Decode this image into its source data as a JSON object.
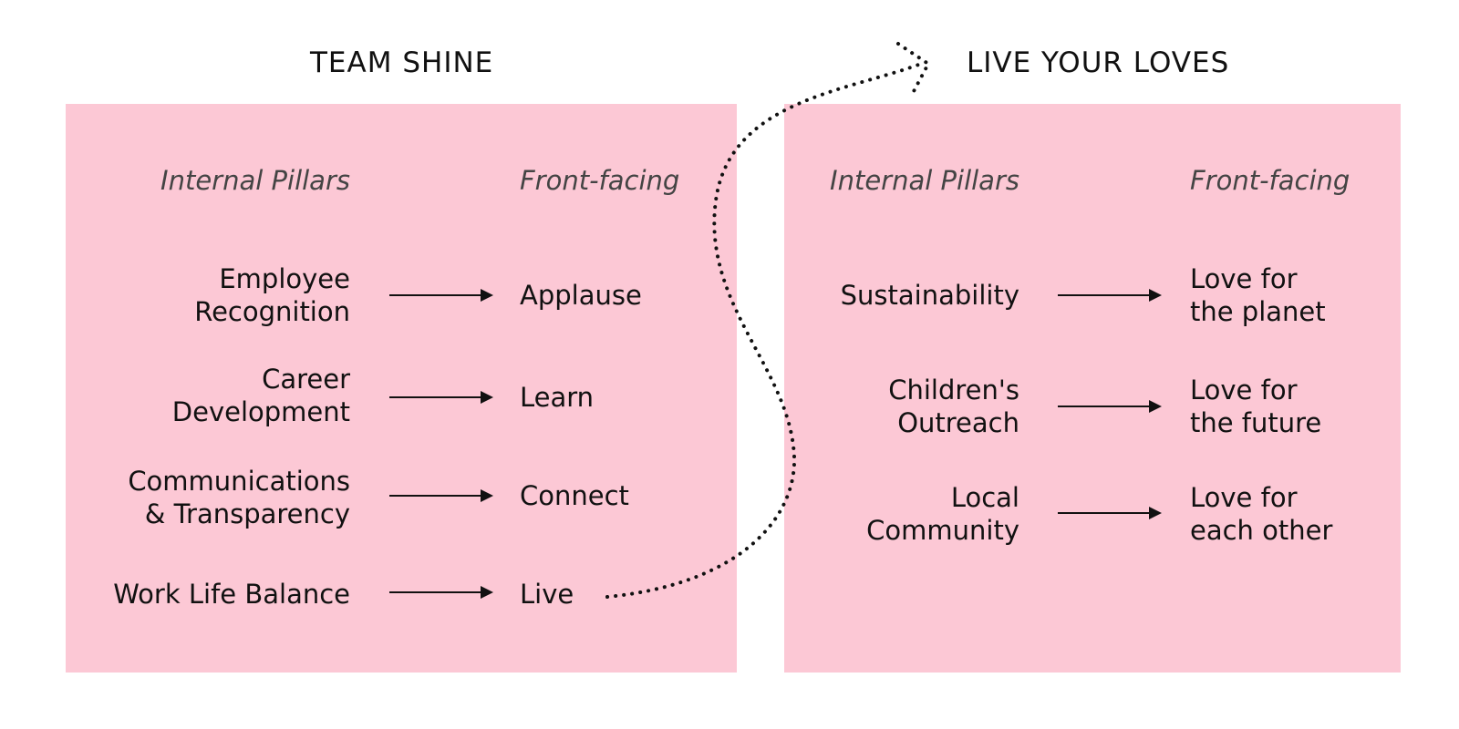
{
  "left_section": {
    "title": "TEAM SHINE",
    "internal_heading": "Internal Pillars",
    "front_heading": "Front-facing",
    "rows": [
      {
        "internal": "Employee\nRecognition",
        "front": "Applause"
      },
      {
        "internal": "Career\nDevelopment",
        "front": "Learn"
      },
      {
        "internal": "Communications\n& Transparency",
        "front": "Connect"
      },
      {
        "internal": "Work Life Balance",
        "front": "Live"
      }
    ]
  },
  "right_section": {
    "title": "LIVE YOUR LOVES",
    "internal_heading": "Internal Pillars",
    "front_heading": "Front-facing",
    "rows": [
      {
        "internal": "Sustainability",
        "front": "Love for\nthe planet"
      },
      {
        "internal": "Children's\nOutreach",
        "front": "Love for\nthe future"
      },
      {
        "internal": "Local\nCommunity",
        "front": "Love for\neach other"
      }
    ]
  },
  "colors": {
    "panel_background": "#fcc8d5",
    "text": "#111111",
    "heading_text": "#444444"
  }
}
